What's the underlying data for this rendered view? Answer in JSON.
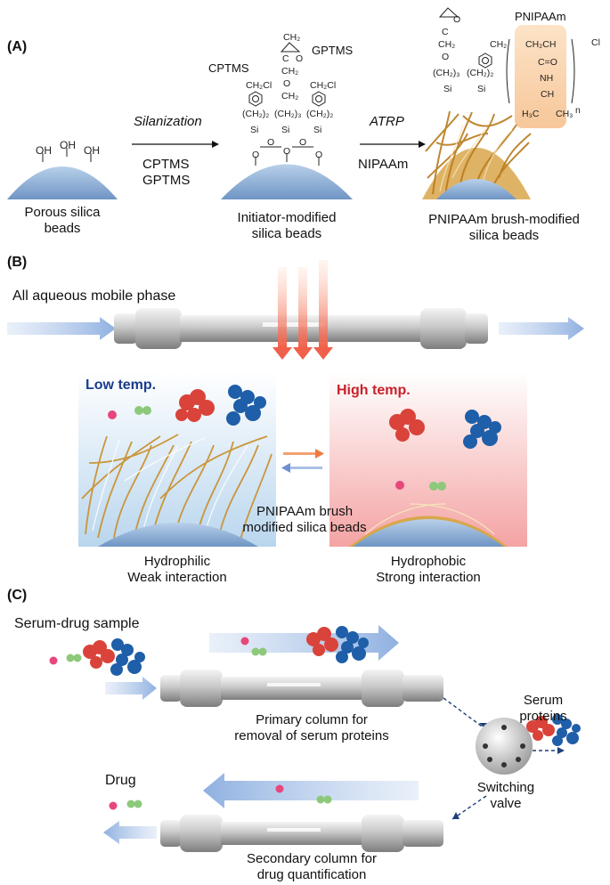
{
  "panelA": {
    "label": "(A)",
    "oh1": "OH",
    "oh2": "OH",
    "oh3": "OH",
    "step1_title": "Silanization",
    "step1_r1": "CPTMS",
    "step1_r2": "GPTMS",
    "step2_title": "ATRP",
    "step2_r1": "NIPAAm",
    "bead1_label_l1": "Porous silica",
    "bead1_label_l2": "beads",
    "bead2_label_l1": "Initiator-modified",
    "bead2_label_l2": "silica beads",
    "bead3_label_l1": "PNIPAAm brush-modified",
    "bead3_label_l2": "silica beads",
    "cptms_tag": "CPTMS",
    "gptms_tag": "GPTMS",
    "pnipaam_tag": "PNIPAAm",
    "chem": {
      "ch2cl": "CH₂Cl",
      "ch2": "CH₂",
      "ch2_2": "(CH₂)₂",
      "ch2_3": "(CH₂)₃",
      "si": "Si",
      "o": "O",
      "poly_top": "CH₂CH",
      "co": "C=O",
      "nh": "NH",
      "ch": "CH",
      "h3c": "H₃C",
      "ch3": "CH₃",
      "cl": "Cl",
      "n": "n",
      "c": "C"
    }
  },
  "panelB": {
    "label": "(B)",
    "mobile_phase": "All aqueous mobile phase",
    "low_temp": "Low temp.",
    "high_temp": "High temp.",
    "brush_l1": "PNIPAAm brush",
    "brush_l2": "modified silica beads",
    "low_l1": "Hydrophilic",
    "low_l2": "Weak interaction",
    "high_l1": "Hydrophobic",
    "high_l2": "Strong interaction",
    "colors": {
      "low_temp": "#1a3d8a",
      "high_temp": "#c8202a"
    }
  },
  "panelC": {
    "label": "(C)",
    "sample": "Serum-drug sample",
    "primary_l1": "Primary column for",
    "primary_l2": "removal of serum proteins",
    "serum_l1": "Serum",
    "serum_l2": "proteins",
    "valve_l1": "Switching",
    "valve_l2": "valve",
    "drug": "Drug",
    "secondary_l1": "Secondary column for",
    "secondary_l2": "drug quantification"
  }
}
